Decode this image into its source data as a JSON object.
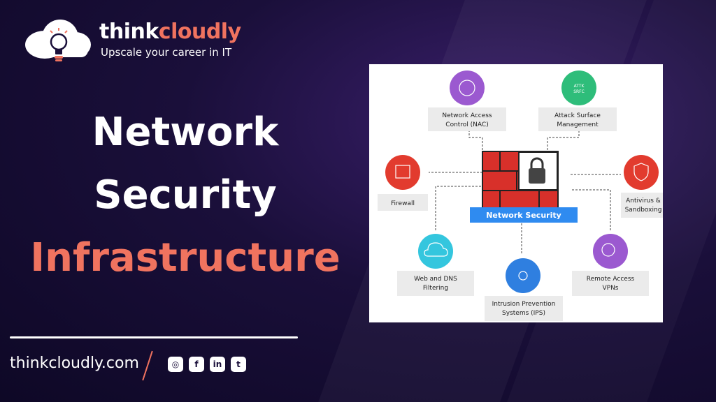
{
  "brand": {
    "name_part1": "think",
    "name_part2": "cloudly",
    "tagline": "Upscale your career in IT"
  },
  "headline": {
    "line1": "Network",
    "line2": "Security",
    "line3": "Infrastructure"
  },
  "footer": {
    "website": "thinkcloudly.com",
    "social": [
      {
        "icon": "instagram-icon",
        "glyph": "◎"
      },
      {
        "icon": "facebook-icon",
        "glyph": "f"
      },
      {
        "icon": "linkedin-icon",
        "glyph": "in"
      },
      {
        "icon": "twitter-icon",
        "glyph": "t"
      }
    ]
  },
  "diagram": {
    "center_label": "Network Security",
    "nac": {
      "line1": "Network Access",
      "line2": "Control (NAC)"
    },
    "asm": {
      "line1": "Attack Surface",
      "line2": "Management",
      "icon_text1": "ATTK",
      "icon_text2": "SRFC"
    },
    "firewall": {
      "line1": "Firewall"
    },
    "antivirus": {
      "line1": "Antivirus &",
      "line2": "Sandboxing"
    },
    "webdns": {
      "line1": "Web and DNS",
      "line2": "Filtering"
    },
    "ips": {
      "line1": "Intrusion Prevention",
      "line2": "Systems (IPS)"
    },
    "vpn": {
      "line1": "Remote Access",
      "line2": "VPNs"
    }
  },
  "colors": {
    "accent": "#f0735f",
    "purple": "#9b59d0",
    "green": "#2ebd7a",
    "red": "#e23b2e",
    "cyan": "#34c6de",
    "blue": "#2f7fe0",
    "banner": "#2f8bf0"
  }
}
